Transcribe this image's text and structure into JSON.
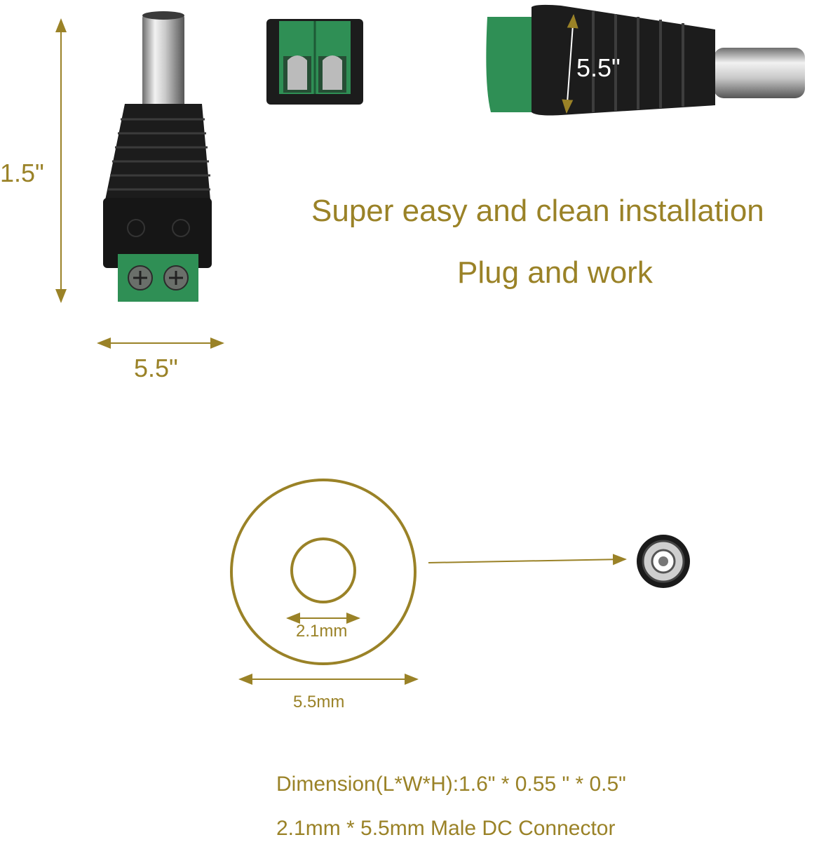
{
  "dimensions": {
    "height_label": "1.5\"",
    "width_label": "5.5\"",
    "side_label": "5.5\""
  },
  "headline": {
    "line1": "Super easy and clean installation",
    "line2": "Plug and work"
  },
  "diagram": {
    "inner_label": "2.1mm",
    "outer_label": "5.5mm"
  },
  "footer": {
    "line1": "Dimension(L*W*H):1.6\" * 0.55 \" * 0.5\"",
    "line2": "2.1mm * 5.5mm Male DC Connector"
  },
  "colors": {
    "accent": "#9a8227",
    "terminal_green": "#2f8f55",
    "body_black": "#1c1c1c"
  }
}
